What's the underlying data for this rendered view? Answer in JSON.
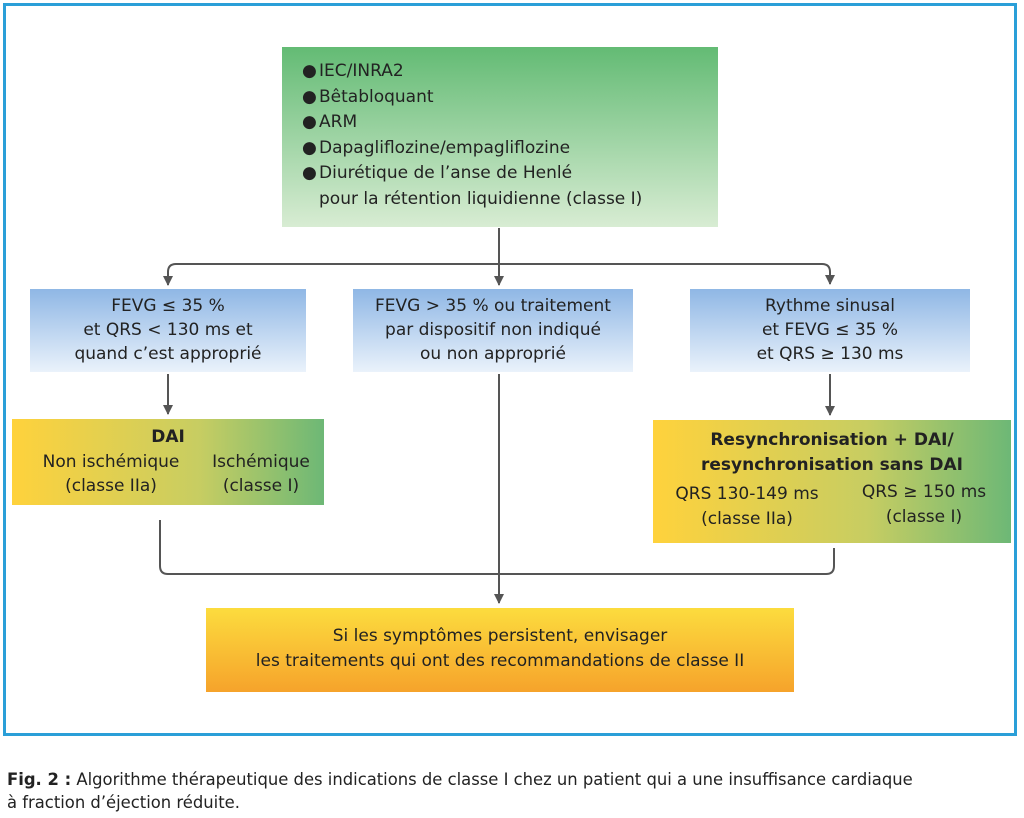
{
  "top_box": {
    "items": [
      "IEC/INRA2",
      "Bêtabloquant",
      "ARM",
      "Dapagliflozine/empagliflozine",
      "Diurétique de l’anse de Henlé"
    ],
    "continuation": "pour la rétention liquidienne (classe I)"
  },
  "branches": {
    "left": [
      "FEVG ≤ 35 %",
      "et QRS < 130 ms et",
      "quand c’est approprié"
    ],
    "middle": [
      "FEVG > 35 % ou traitement",
      "par dispositif non indiqué",
      "ou non approprié"
    ],
    "right": [
      "Rythme sinusal",
      "et FEVG ≤ 35 %",
      "et QRS ≥ 130 ms"
    ]
  },
  "dai": {
    "title": "DAI",
    "left": [
      "Non ischémique",
      "(classe IIa)"
    ],
    "right": [
      "Ischémique",
      "(classe I)"
    ]
  },
  "crt": {
    "title": [
      "Resynchronisation + DAI/",
      "resynchronisation sans DAI"
    ],
    "left": [
      "QRS 130-149 ms",
      "(classe IIa)"
    ],
    "right": [
      "QRS ≥ 150 ms",
      "(classe I)"
    ]
  },
  "bottom": [
    "Si les symptômes persistent, envisager",
    "les traitements qui ont des recommandations de classe II"
  ],
  "caption": {
    "label": "Fig. 2 :",
    "line1": " Algorithme thérapeutique des indications de classe I chez un patient qui a une insuffisance cardiaque",
    "line2": "à fraction d’éjection réduite."
  },
  "colors": {
    "frame": "#2a9fd8",
    "connector": "#555555"
  }
}
